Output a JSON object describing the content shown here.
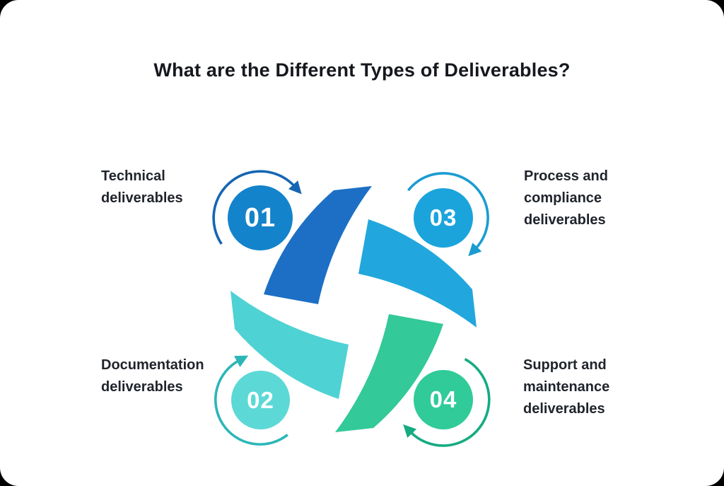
{
  "title": "What are the Different Types of Deliverables?",
  "background_color": "#000000",
  "card_color": "#ffffff",
  "text_color": "#20242c",
  "steps": [
    {
      "number": "01",
      "label_lines": [
        "Technical",
        "deliverables"
      ],
      "circle_color": "#1383cb",
      "petal_color": "#1c6fc5",
      "arrow_color": "#1566b2"
    },
    {
      "number": "02",
      "label_lines": [
        "Documentation",
        "deliverables"
      ],
      "circle_color": "#5cd9d6",
      "petal_color": "#4fd2d4",
      "arrow_color": "#2cb6b8"
    },
    {
      "number": "03",
      "label_lines": [
        "Process and",
        "compliance",
        "deliverables"
      ],
      "circle_color": "#1ba4dc",
      "petal_color": "#21a7dd",
      "arrow_color": "#1b9cd1"
    },
    {
      "number": "04",
      "label_lines": [
        "Support and",
        "maintenance",
        "deliverables"
      ],
      "circle_color": "#30cb99",
      "petal_color": "#33c998",
      "arrow_color": "#16ab81"
    }
  ]
}
